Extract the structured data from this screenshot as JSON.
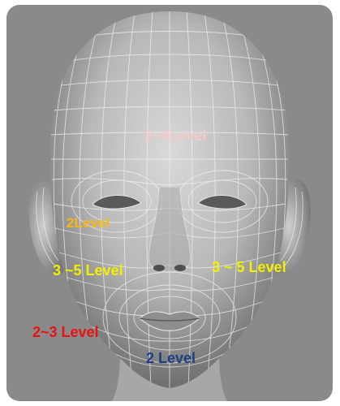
{
  "image": {
    "subject": "3D wireframe head",
    "colors": {
      "background": "#8a8a8a",
      "skin_light": "#d9d9d9",
      "skin_shadow": "#6e6e6e",
      "wire": "#f2f2f2"
    }
  },
  "labels": [
    {
      "text": "2~4Level",
      "color": "#f4c9c9"
    },
    {
      "text": "2Level",
      "color": "#f7b91a"
    },
    {
      "text": "3 ~5 Level",
      "color": "#f0f000"
    },
    {
      "text": "3 ~ 5 Level",
      "color": "#f0f000"
    },
    {
      "text": "2~3 Level",
      "color": "#e81010"
    },
    {
      "text": "2 Level",
      "color": "#1d3f86"
    }
  ]
}
